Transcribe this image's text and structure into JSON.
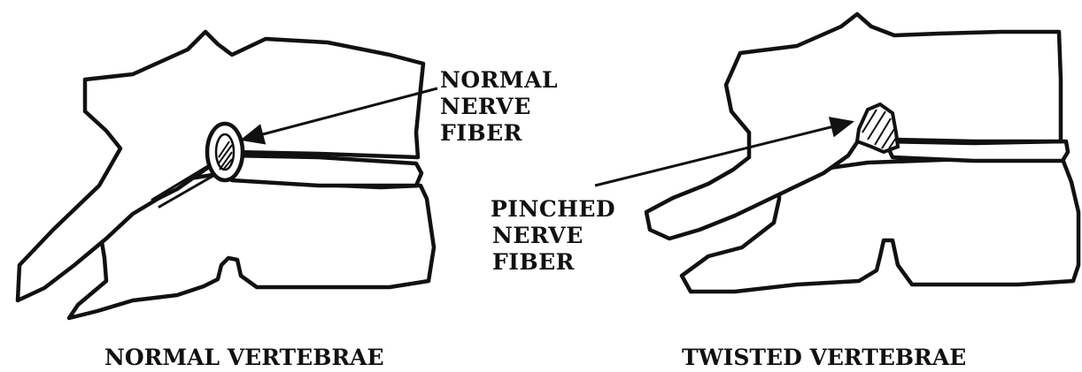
{
  "normal": {
    "label_lines": [
      "NORMAL",
      "NERVE",
      "FIBER"
    ],
    "caption": "NORMAL VERTEBRAE"
  },
  "twisted": {
    "label_lines": [
      "PINCHED",
      "NERVE",
      "FIBER"
    ],
    "caption": "TWISTED VERTEBRAE"
  },
  "colors": {
    "ink": "#111111",
    "paper": "#ffffff"
  }
}
